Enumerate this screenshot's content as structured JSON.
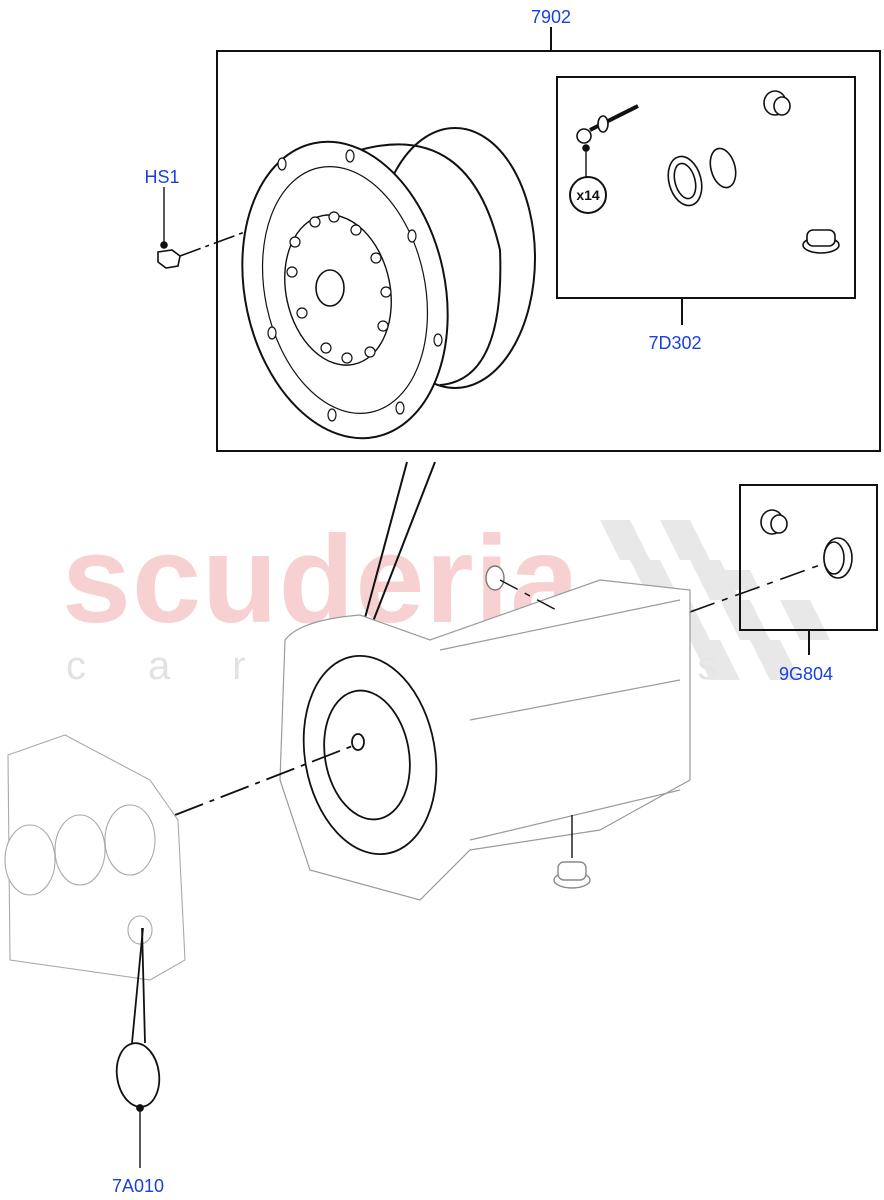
{
  "diagram": {
    "type": "exploded-parts-diagram",
    "subject": "Transmission torque converter / flexplate assembly",
    "watermark": {
      "brand": "scuderia",
      "tagline": "car parts",
      "brand_color": "#f6caca",
      "tagline_color": "#e2e2e2"
    },
    "callout_color": "#1a3fe0",
    "callouts": [
      {
        "id": "7902",
        "label": "7902",
        "desc": "Torque converter assembly (boxed)"
      },
      {
        "id": "HS1",
        "label": "HS1",
        "desc": "Bolt"
      },
      {
        "id": "7D302",
        "label": "7D302",
        "desc": "Seal / fastener kit (boxed)"
      },
      {
        "id": "9G804",
        "label": "9G804",
        "desc": "Plug and seal kit (boxed)"
      },
      {
        "id": "7A010",
        "label": "7A010",
        "desc": "Cover plug on engine block"
      }
    ],
    "quantity_badge": {
      "label": "x14",
      "refers_to": "bolt in 7D302 kit"
    }
  }
}
